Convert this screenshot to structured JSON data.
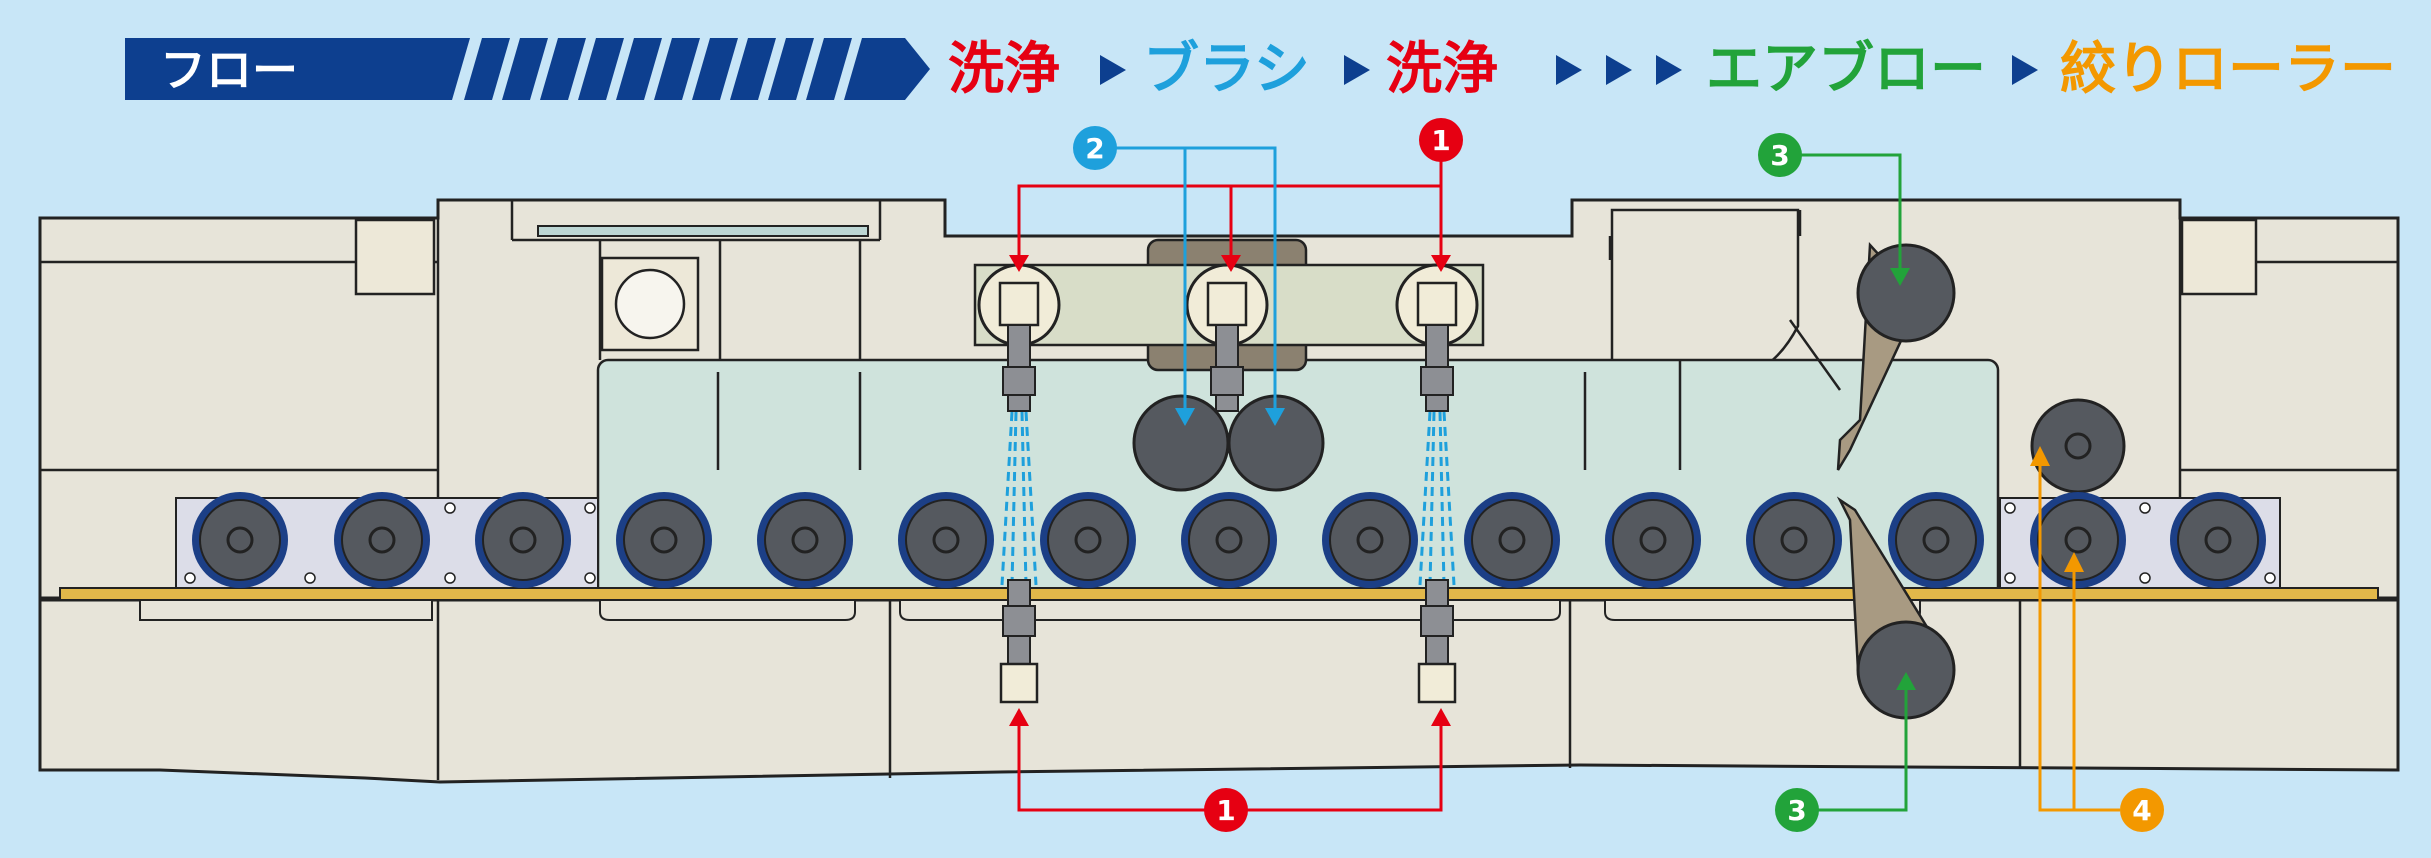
{
  "flow_label": "フロー",
  "steps": [
    {
      "text": "洗浄",
      "color": "#e60012"
    },
    {
      "text": "ブラシ",
      "color": "#1ea0dc"
    },
    {
      "text": "洗浄",
      "color": "#e60012"
    },
    {
      "text": "エアブロー",
      "color": "#22a33a"
    },
    {
      "text": "絞りローラー",
      "color": "#f39800"
    }
  ],
  "markers": {
    "wash": "1",
    "brush": "2",
    "air_blow": "3",
    "squeeze": "4"
  },
  "colors": {
    "background": "#c8e6f7",
    "header_bar": "#0d3f8f",
    "wash": "#e60012",
    "brush": "#1ea0dc",
    "air": "#22a33a",
    "squeeze": "#f39800",
    "housing": "#e7e4d9",
    "tank": "#cfe3dc",
    "roller": "#55595f",
    "roller_ring": "#1c3f86",
    "belt": "#e2b84a"
  },
  "icons": {
    "step_separator": "play-triangle-icon",
    "marker": "numbered-circle-icon"
  }
}
